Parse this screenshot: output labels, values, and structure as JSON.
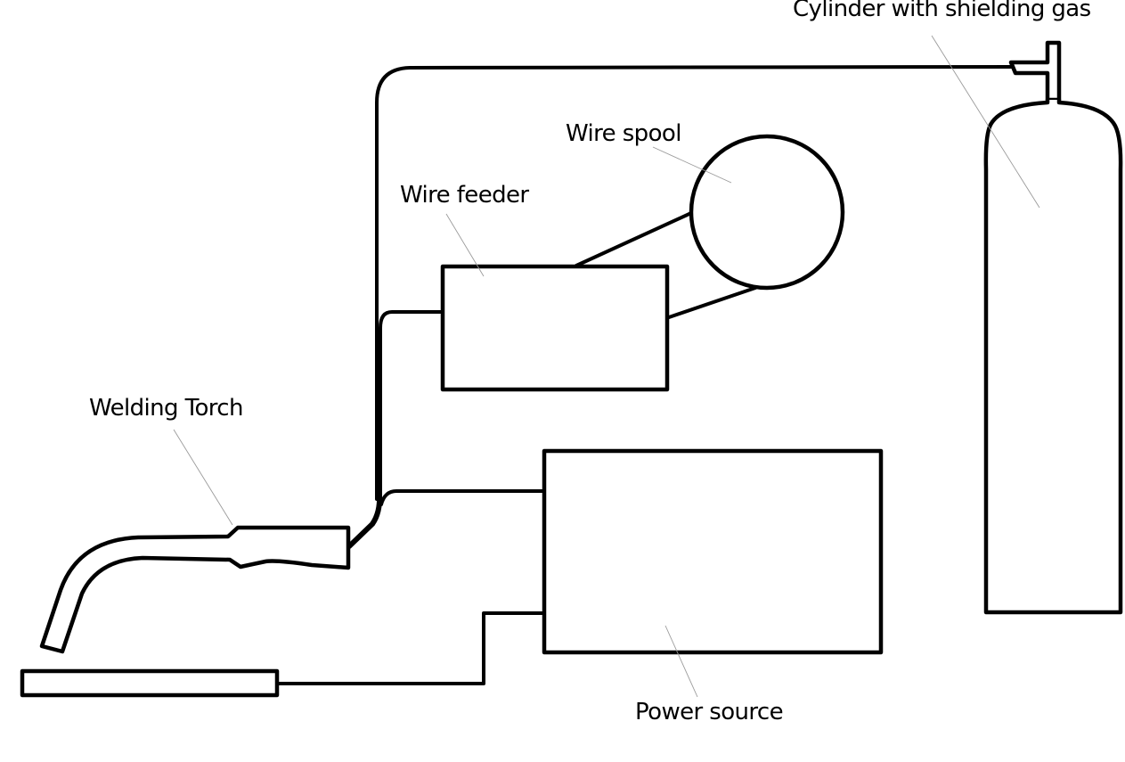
{
  "diagram": {
    "title": "MIG welding setup",
    "colors": {
      "stroke": "#000000",
      "leader": "#9a9a9a",
      "background": "#ffffff"
    },
    "components": [
      {
        "id": "cylinder",
        "label": "Cylinder with shielding gas"
      },
      {
        "id": "wire_spool",
        "label": "Wire spool"
      },
      {
        "id": "wire_feeder",
        "label": "Wire feeder"
      },
      {
        "id": "welding_torch",
        "label": "Welding Torch"
      },
      {
        "id": "power_source",
        "label": "Power source"
      },
      {
        "id": "workpiece",
        "label": ""
      }
    ],
    "connections": [
      {
        "from": "cylinder",
        "to": "welding_torch",
        "kind": "gas hose"
      },
      {
        "from": "wire_spool",
        "to": "wire_feeder",
        "kind": "wire"
      },
      {
        "from": "wire_feeder",
        "to": "welding_torch",
        "kind": "wire conduit"
      },
      {
        "from": "power_source",
        "to": "welding_torch",
        "kind": "power cable"
      },
      {
        "from": "power_source",
        "to": "workpiece",
        "kind": "ground cable"
      }
    ]
  }
}
